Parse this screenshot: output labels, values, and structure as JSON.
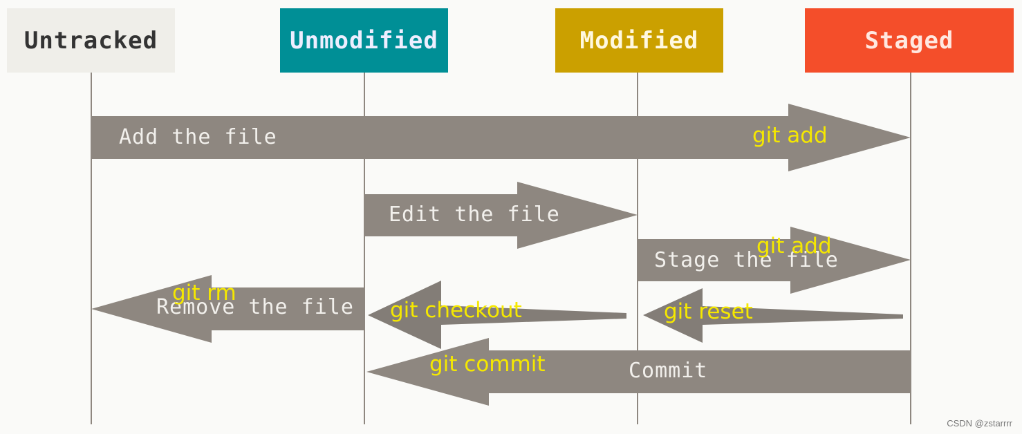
{
  "states": {
    "untracked": "Untracked",
    "unmodified": "Unmodified",
    "modified": "Modified",
    "staged": "Staged"
  },
  "arrows": {
    "add_file": "Add the file",
    "edit_file": "Edit the file",
    "stage_file": "Stage the file",
    "remove_file": "Remove the file",
    "commit": "Commit"
  },
  "commands": {
    "git_add_1": "git add",
    "git_add_2": "git add",
    "git_rm": "git rm",
    "git_checkout": "git checkout",
    "git_reset": "git reset",
    "git_commit": "git commit"
  },
  "watermark": "CSDN @zstarrrr",
  "colors": {
    "untracked": "#efeee9",
    "unmodified": "#008f96",
    "modified": "#cba000",
    "staged": "#f44e2a",
    "arrow": "#8e8780",
    "command_text": "#f5e800"
  }
}
